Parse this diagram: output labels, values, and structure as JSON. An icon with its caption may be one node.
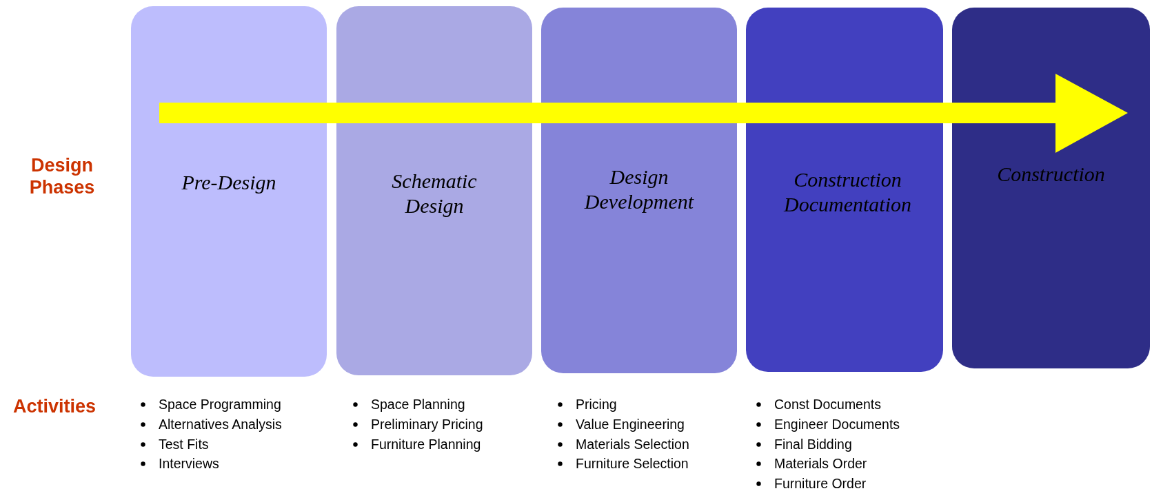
{
  "diagram": {
    "nodes": [
      {
        "text": [
          "Pre-Design"
        ],
        "beside": [
          "Space Programming",
          "Alternatives Analysis",
          "Test Fits",
          "Interviews"
        ]
      },
      {
        "text": [
          "Schematic Design"
        ],
        "beside": [
          "Space Planning",
          "Preliminary Pricing",
          "Furniture Planning"
        ]
      },
      {
        "text": [
          "Design Development"
        ],
        "beside": [
          "Pricing",
          "Value Engineering",
          "Materials Selection",
          "Furniture Selection"
        ]
      },
      {
        "text": [
          "Construction Documentation"
        ],
        "beside": [
          "Const Documents",
          "Engineer Documents",
          "Final Bidding",
          "Materials Order",
          "Furniture Order"
        ]
      },
      {
        "text": [
          "Construction"
        ]
      }
    ],
    "labels": [
      "Design Phases",
      "Activities"
    ]
  }
}
